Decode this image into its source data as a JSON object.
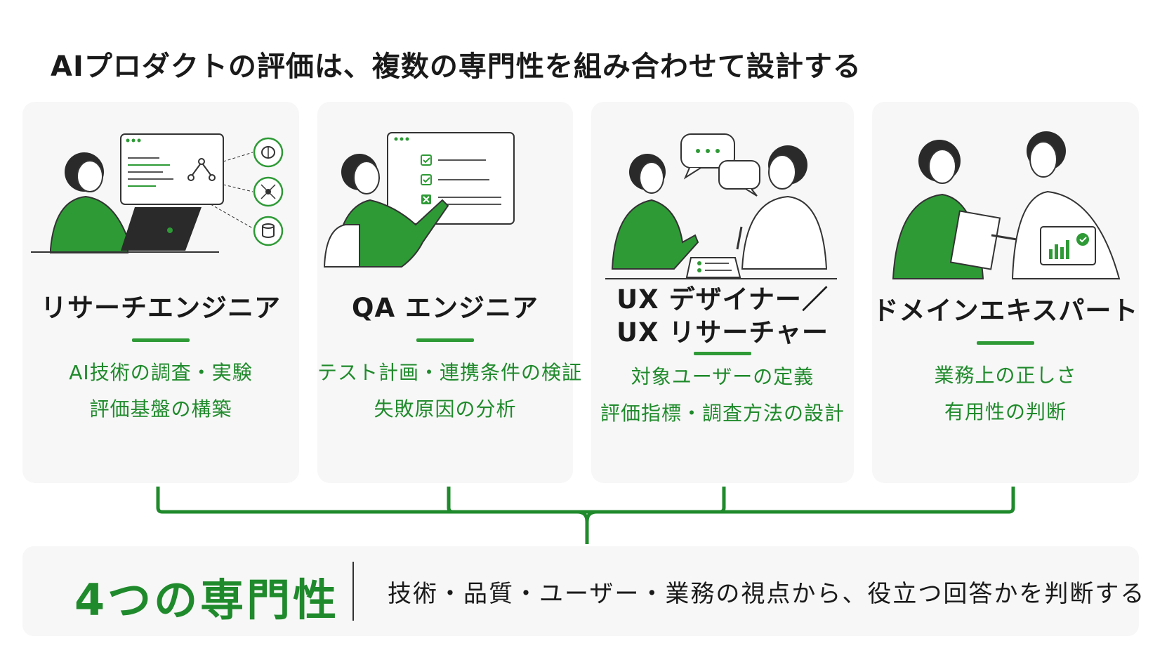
{
  "title": "AIプロダクトの評価は、複数の専門性を組み合わせて設計する",
  "colors": {
    "accent": "#2e9a36",
    "accent_text": "#1f8a2b",
    "card_bg": "#f6f7f6",
    "ink": "#1a1a1a"
  },
  "cards": [
    {
      "role_lines": [
        "リサーチエンジニア"
      ],
      "desc_lines": [
        "AI技術の調査・実験",
        "評価基盤の構築"
      ],
      "icons": [
        "brain-icon",
        "network-icon",
        "database-icon"
      ]
    },
    {
      "role_lines": [
        "QA エンジニア"
      ],
      "desc_lines": [
        "テスト計画・連携条件の検証",
        "失敗原因の分析"
      ],
      "icons": [
        "checkbox-icon",
        "checkbox-icon",
        "cross-icon"
      ]
    },
    {
      "role_lines": [
        "UX デザイナー／",
        "UX リサーチャー"
      ],
      "desc_lines": [
        "対象ユーザーの定義",
        "評価指標・調査方法の設計"
      ],
      "icons": [
        "speech-bubble-icon",
        "speech-bubble-icon"
      ]
    },
    {
      "role_lines": [
        "ドメインエキスパート"
      ],
      "desc_lines": [
        "業務上の正しさ",
        "有用性の判断"
      ],
      "icons": [
        "document-icon",
        "tablet-chart-icon"
      ]
    }
  ],
  "summary": {
    "title": "4つの専門性",
    "text": "技術・品質・ユーザー・業務の視点から、役立つ回答かを判断する"
  }
}
